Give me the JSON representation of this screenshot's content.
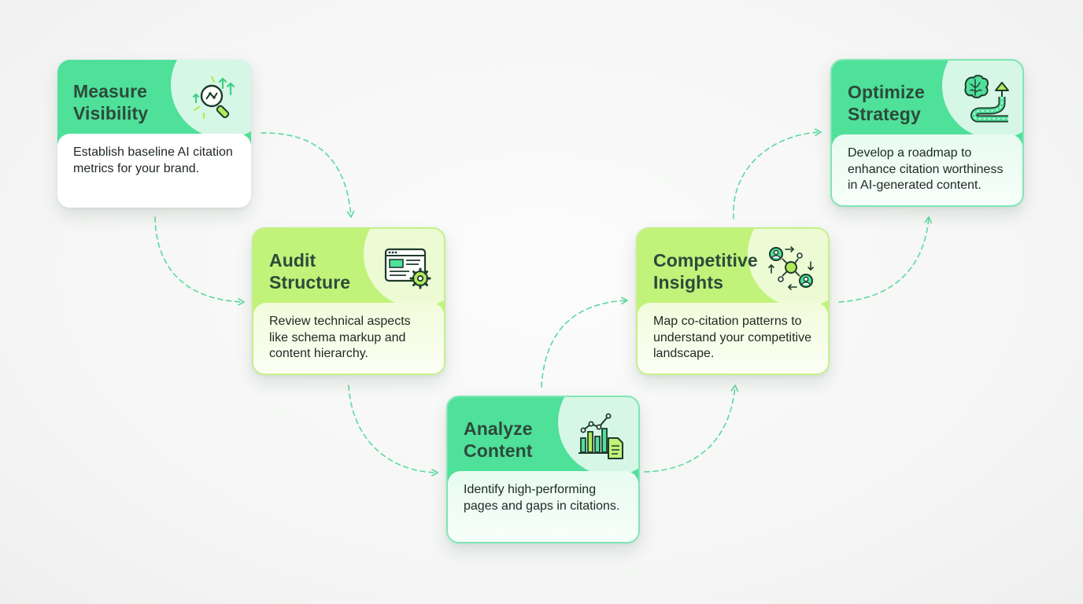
{
  "colors": {
    "green": "#4fe09a",
    "lime": "#c1f27a",
    "title_text": "#2d4a3a",
    "connector": "#5bd9a0",
    "background": "#f4f5f4"
  },
  "steps": [
    {
      "title_line1": "Measure",
      "title_line2": "Visibility",
      "description": "Establish baseline AI citation metrics for your brand.",
      "icon": "magnifier-growth-icon"
    },
    {
      "title_line1": "Audit",
      "title_line2": "Structure",
      "description": "Review technical aspects like schema markup and content hierarchy.",
      "icon": "webpage-gear-icon"
    },
    {
      "title_line1": "Analyze",
      "title_line2": "Content",
      "description": "Identify high-performing pages and gaps in citations.",
      "icon": "bar-chart-document-icon"
    },
    {
      "title_line1": "Competitive",
      "title_line2": "Insights",
      "description": "Map co-citation patterns to understand your competitive landscape.",
      "icon": "network-people-icon"
    },
    {
      "title_line1": "Optimize",
      "title_line2": "Strategy",
      "description": "Develop a roadmap to enhance citation worthiness in AI-generated content.",
      "icon": "brain-road-icon"
    }
  ]
}
